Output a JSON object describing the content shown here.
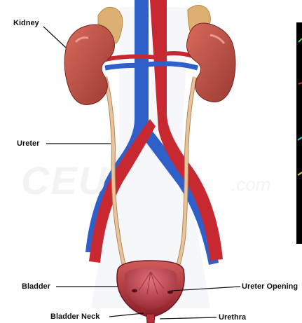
{
  "labels": {
    "kidney": "Kidney",
    "ureter": "Ureter",
    "bladder": "Bladder",
    "ureter_opening": "Ureter Opening",
    "bladder_neck": "Bladder Neck",
    "urethra": "Urethra"
  },
  "watermark": {
    "main": "CEU",
    "suffix": ".com"
  },
  "colors": {
    "kidney": "#c65248",
    "kidney_dark": "#8f2f2a",
    "adrenal": "#dcb070",
    "vein": "#2f5fc8",
    "artery": "#c82930",
    "ureter": "#e8c090",
    "bladder": "#b8303a",
    "inset_bg": "#000000"
  }
}
